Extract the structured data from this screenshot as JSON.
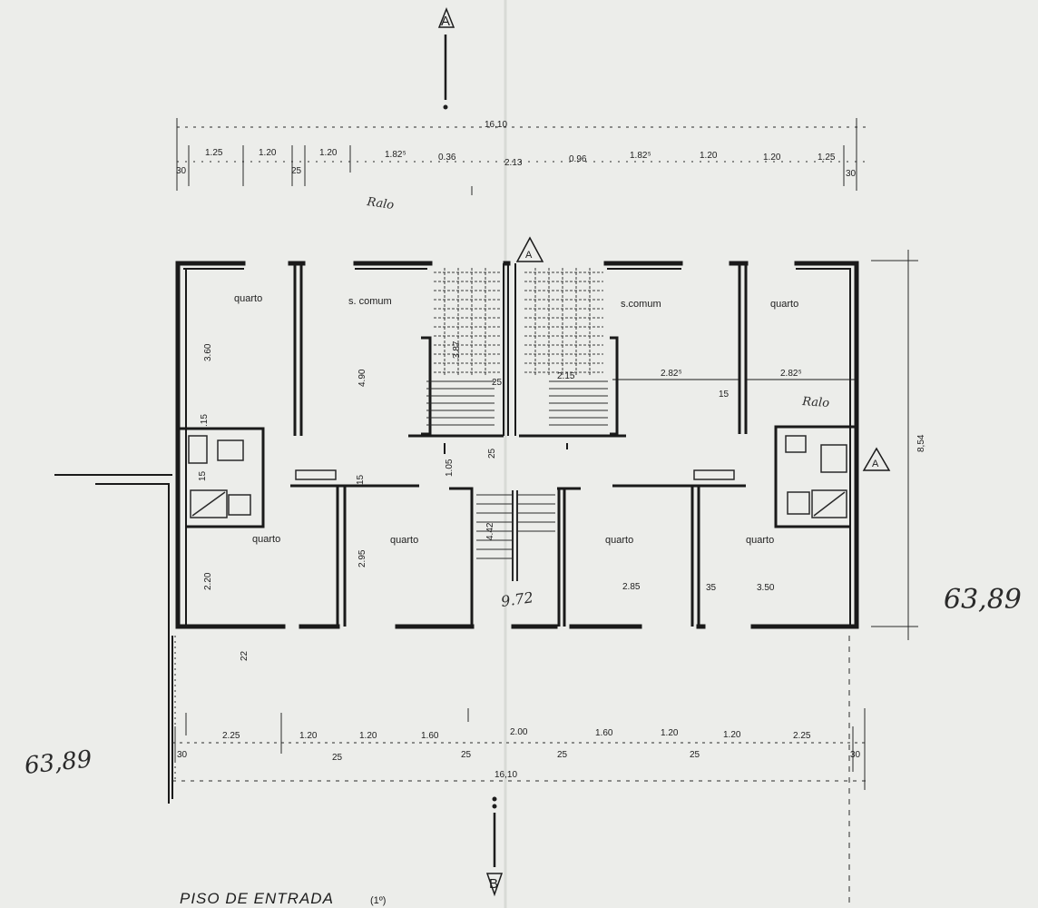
{
  "sheet": {
    "title": "PISO DE ENTRADA",
    "title_note": "(1º)",
    "area_note_right": "63,89",
    "area_note_left": "63,89"
  },
  "section_markers": {
    "top": "A",
    "bottom": "B",
    "stair_top": "A",
    "right": "A"
  },
  "overall_dims": {
    "top_total": "16,10",
    "bottom_total": "16,10",
    "height_total": "8,54"
  },
  "top_dims": [
    "30",
    "1.25",
    "1.20",
    "25",
    "1.20",
    "1.82⁵",
    "0.36",
    "2.13",
    "0.96",
    "1.82⁵",
    "1.20",
    "1.20",
    "1.25",
    "30"
  ],
  "bottom_dims": [
    "30",
    "2.25",
    "1.20",
    "25",
    "1.20",
    "1.60",
    "25",
    "2.00",
    "25",
    "1.60",
    "1.20",
    "25",
    "1.20",
    "2.25",
    "30"
  ],
  "rooms": {
    "quarto_tl": "quarto",
    "s_comum_l": "s. comum",
    "s_comum_r": "s.comum",
    "quarto_tr": "quarto",
    "quarto_bl1": "quarto",
    "quarto_bl2": "quarto",
    "quarto_br1": "quarto",
    "quarto_br2": "quarto"
  },
  "interior_dims": {
    "d360": "3.60",
    "d490": "4.90",
    "d387": "3.87",
    "d25a": "25",
    "d215": "2.15",
    "d282a": "2.82⁵",
    "d282b": "2.82⁵",
    "d15a": "15",
    "d15b": ".15",
    "d15c": "15",
    "d15d": "15",
    "d105": "1.05",
    "d25b": "25",
    "d442": "4.42",
    "d220": "2.20",
    "d295": "2.95",
    "d285": "2.85",
    "d35": "35",
    "d350": "3.50",
    "d22": "22",
    "d972": "9.72"
  },
  "notes": {
    "ralo_top": "Ralo",
    "ralo_right": "Ralo"
  }
}
